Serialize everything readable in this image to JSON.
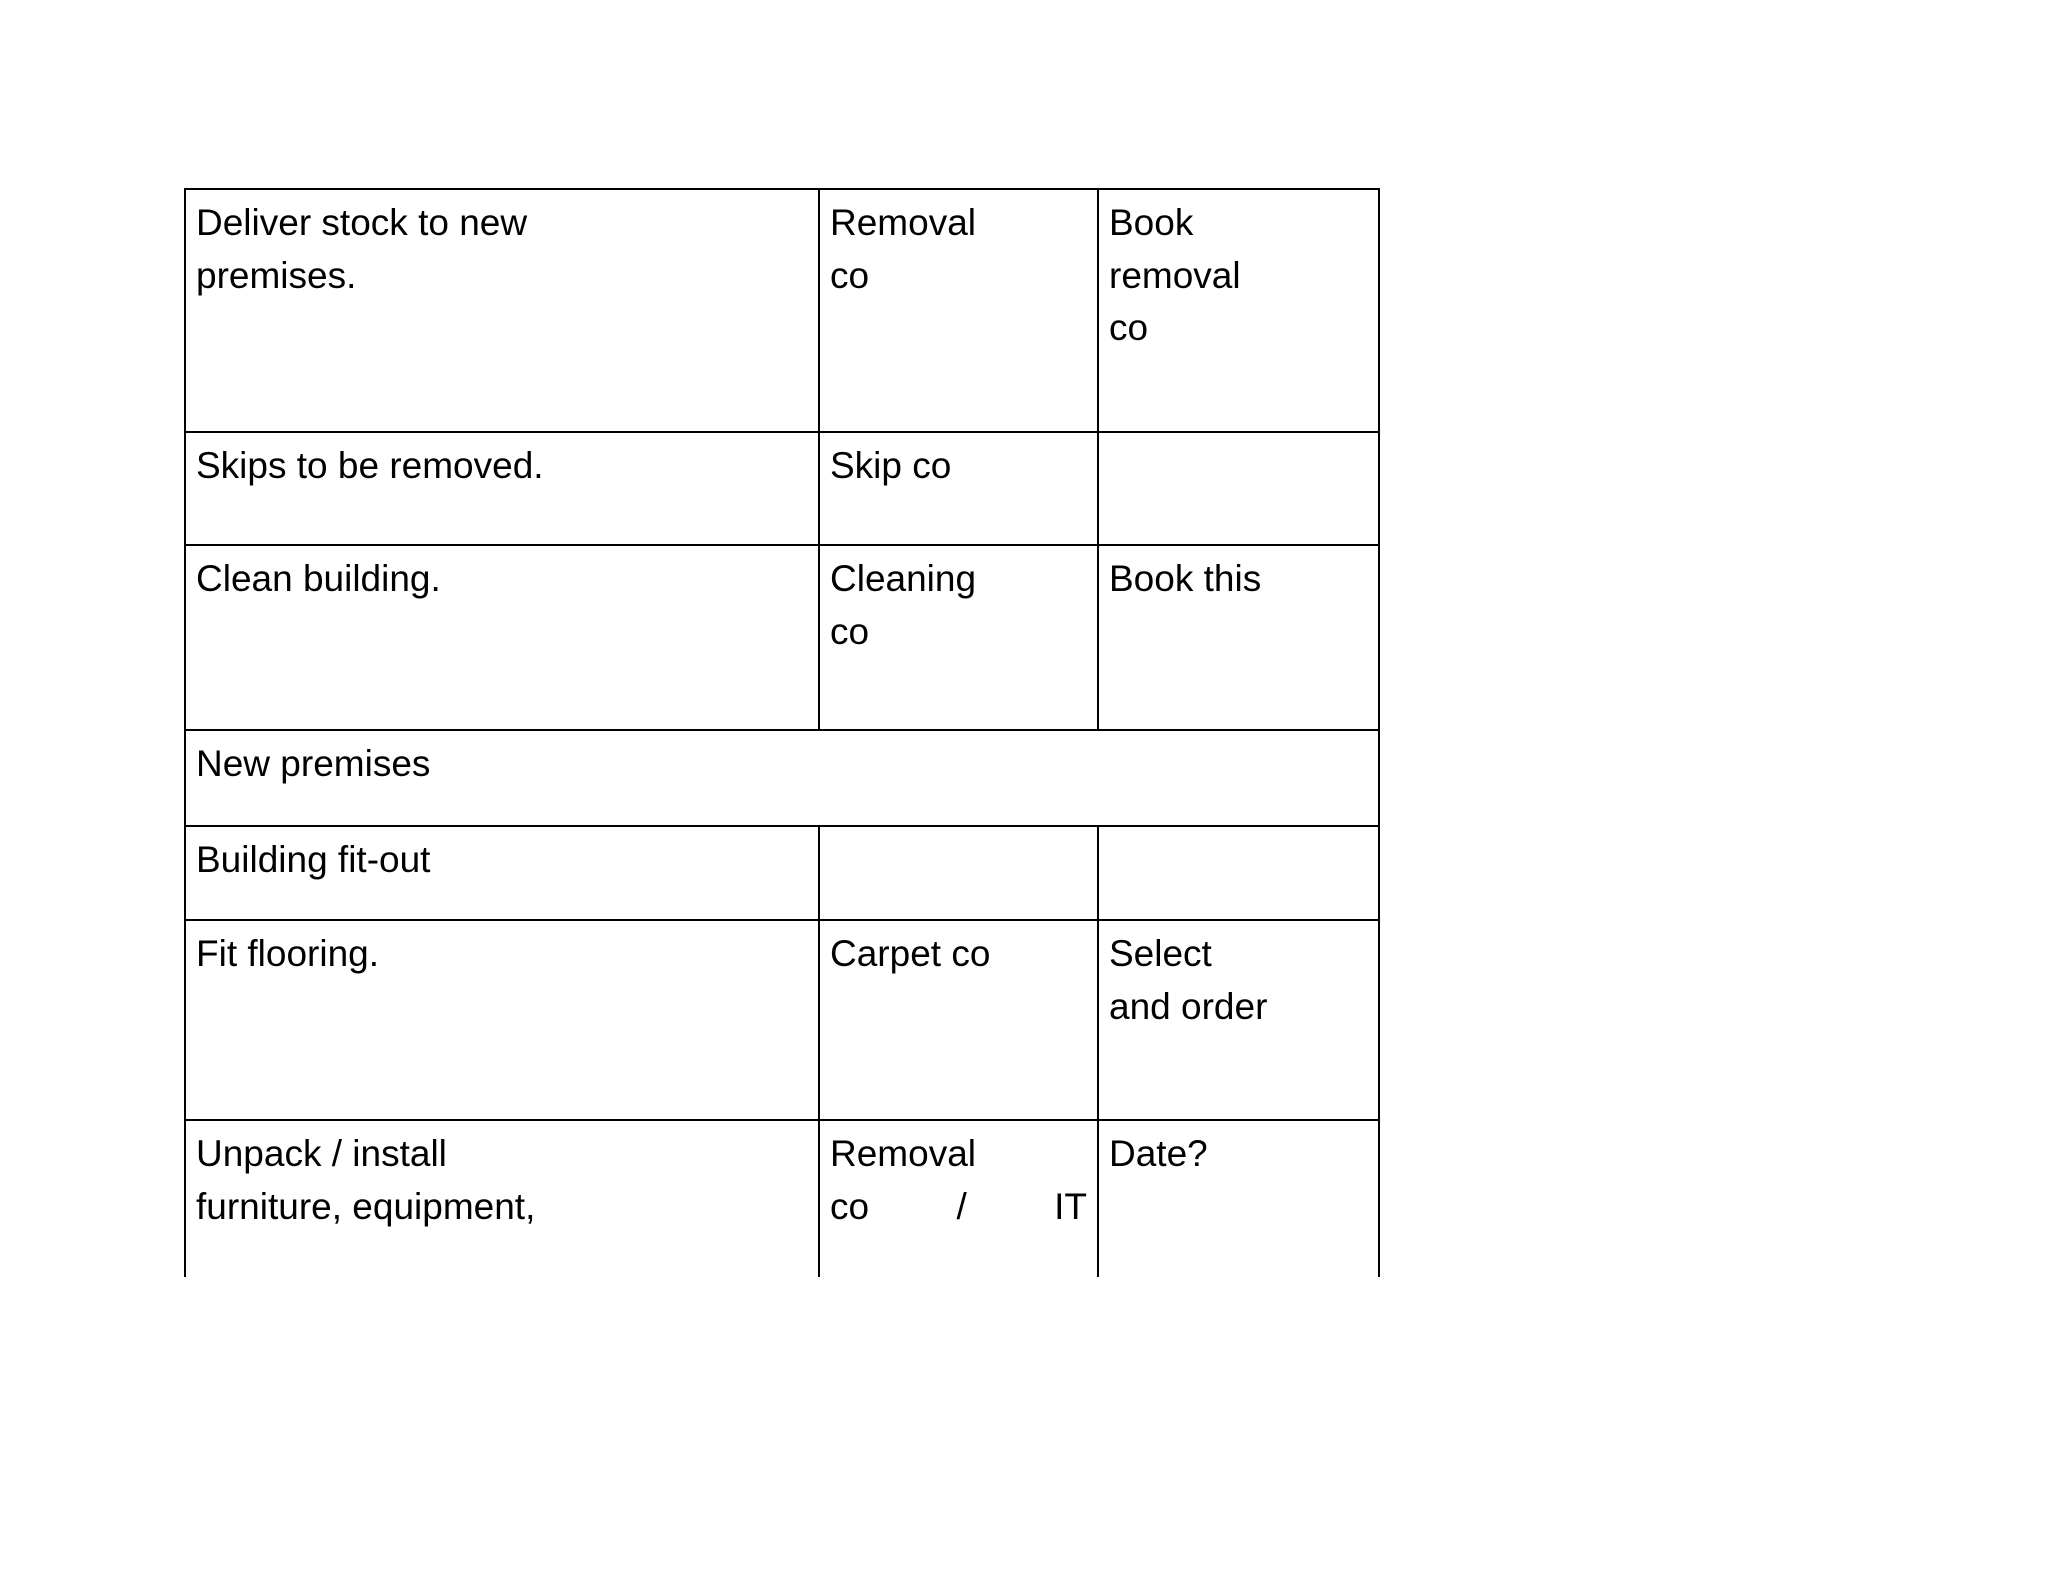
{
  "document": {
    "type": "checklist-table",
    "background_color": "#ffffff",
    "text_color": "#000000",
    "border_color": "#000000"
  },
  "table": {
    "columns": 3,
    "rows": [
      {
        "id": "deliver-stock",
        "spans_full_width": false,
        "cells": [
          {
            "text": "Deliver stock to new premises.",
            "lines": [
              "Deliver",
              "stock",
              "to",
              "new",
              "premises."
            ],
            "style": "justify"
          },
          {
            "text": "Removal co",
            "lines": [
              "Removal",
              "co"
            ],
            "style": "normal"
          },
          {
            "text": "Book removal co",
            "lines": [
              "Book",
              "removal",
              "co"
            ],
            "style": "italic"
          }
        ]
      },
      {
        "id": "skips-removed",
        "spans_full_width": false,
        "cells": [
          {
            "text": "Skips to be removed.",
            "lines": [
              "Skips to be removed."
            ],
            "style": "normal"
          },
          {
            "text": "Skip co",
            "lines": [
              "Skip co"
            ],
            "style": "normal"
          },
          {
            "text": "",
            "lines": [],
            "style": "normal"
          }
        ]
      },
      {
        "id": "clean-building",
        "spans_full_width": false,
        "cells": [
          {
            "text": "Clean building.",
            "lines": [
              "Clean building."
            ],
            "style": "normal"
          },
          {
            "text": "Cleaning co",
            "lines": [
              "Cleaning",
              "co"
            ],
            "style": "normal"
          },
          {
            "text": "Book this",
            "lines": [
              "Book this"
            ],
            "style": "italic"
          }
        ]
      },
      {
        "id": "new-premises-heading",
        "spans_full_width": true,
        "cells": [
          {
            "text": "New premises",
            "lines": [
              "New premises"
            ],
            "style": "bold"
          }
        ]
      },
      {
        "id": "building-fit-out",
        "spans_full_width": false,
        "cells": [
          {
            "text": "Building fit-out",
            "lines": [
              "Building fit-out"
            ],
            "style": "italic"
          },
          {
            "text": "",
            "lines": [],
            "style": "normal"
          },
          {
            "text": "",
            "lines": [],
            "style": "normal"
          }
        ]
      },
      {
        "id": "fit-flooring",
        "spans_full_width": false,
        "cells": [
          {
            "text": "Fit flooring.",
            "lines": [
              "Fit flooring."
            ],
            "style": "normal"
          },
          {
            "text": "Carpet co",
            "lines": [
              "Carpet co"
            ],
            "style": "normal"
          },
          {
            "text": "Select and order",
            "lines": [
              "Select",
              "and order"
            ],
            "style": "italic"
          }
        ]
      },
      {
        "id": "unpack-install",
        "spans_full_width": false,
        "clipped_at_page_break": true,
        "cells": [
          {
            "text": "Unpack / install furniture, equipment,",
            "lines": [
              "Unpack",
              "/",
              "install",
              "furniture,",
              "equipment,"
            ],
            "style": "justify"
          },
          {
            "text": "Removal co / IT",
            "lines": [
              "Removal",
              "co",
              "/",
              "IT"
            ],
            "style": "justify"
          },
          {
            "text": "Date?",
            "lines": [
              "Date?"
            ],
            "style": "italic"
          }
        ]
      }
    ]
  },
  "cells": {
    "deliver_line1_a": "Deliver",
    "deliver_line1_b": "stock",
    "deliver_line1_c": "to",
    "deliver_line1_d": "new",
    "deliver_line2": "premises.",
    "removal_co_line1": "Removal",
    "removal_co_line2": "co",
    "book_removal_line1": "Book",
    "book_removal_line2": "removal",
    "book_removal_line3": "co",
    "skips": "Skips to be removed.",
    "skip_co": "Skip co",
    "clean_building": "Clean building.",
    "cleaning_co_line1": "Cleaning",
    "cleaning_co_line2": "co",
    "book_this": "Book this",
    "new_premises": "New premises",
    "building_fit_out": "Building fit-out",
    "fit_flooring": "Fit flooring.",
    "carpet_co": "Carpet co",
    "select_line1": "Select",
    "select_line2": "and order",
    "unpack_line1_a": "Unpack",
    "unpack_line1_b": "/",
    "unpack_line1_c": "install",
    "unpack_line2_a": "furniture,",
    "unpack_line2_b": "equipment,",
    "removal_it_line1": "Removal",
    "removal_it_line2_a": "co",
    "removal_it_line2_b": "/",
    "removal_it_line2_c": "IT",
    "date_q": "Date?"
  }
}
